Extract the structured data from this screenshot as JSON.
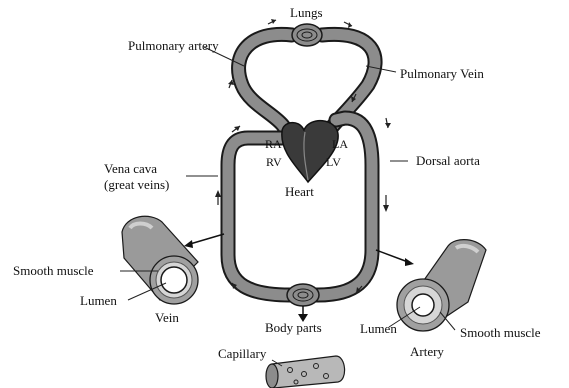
{
  "labels": {
    "lungs": "Lungs",
    "pulmonary_artery": "Pulmonary artery",
    "pulmonary_vein": "Pulmonary Vein",
    "ra": "RA",
    "la": "LA",
    "rv": "RV",
    "lv": "LV",
    "heart": "Heart",
    "vena_cava_line1": "Vena cava",
    "vena_cava_line2": "(great veins)",
    "dorsal_aorta": "Dorsal aorta",
    "smooth_muscle_vein": "Smooth muscle",
    "lumen_vein": "Lumen",
    "vein": "Vein",
    "body_parts": "Body parts",
    "lumen_artery": "Lumen",
    "smooth_muscle_artery": "Smooth muscle",
    "artery": "Artery",
    "capillary": "Capillary"
  },
  "colors": {
    "vessel": "#8c8c8c",
    "vessel_outline": "#1a1a1a",
    "heart": "#3a3a3a",
    "label": "#111111"
  }
}
